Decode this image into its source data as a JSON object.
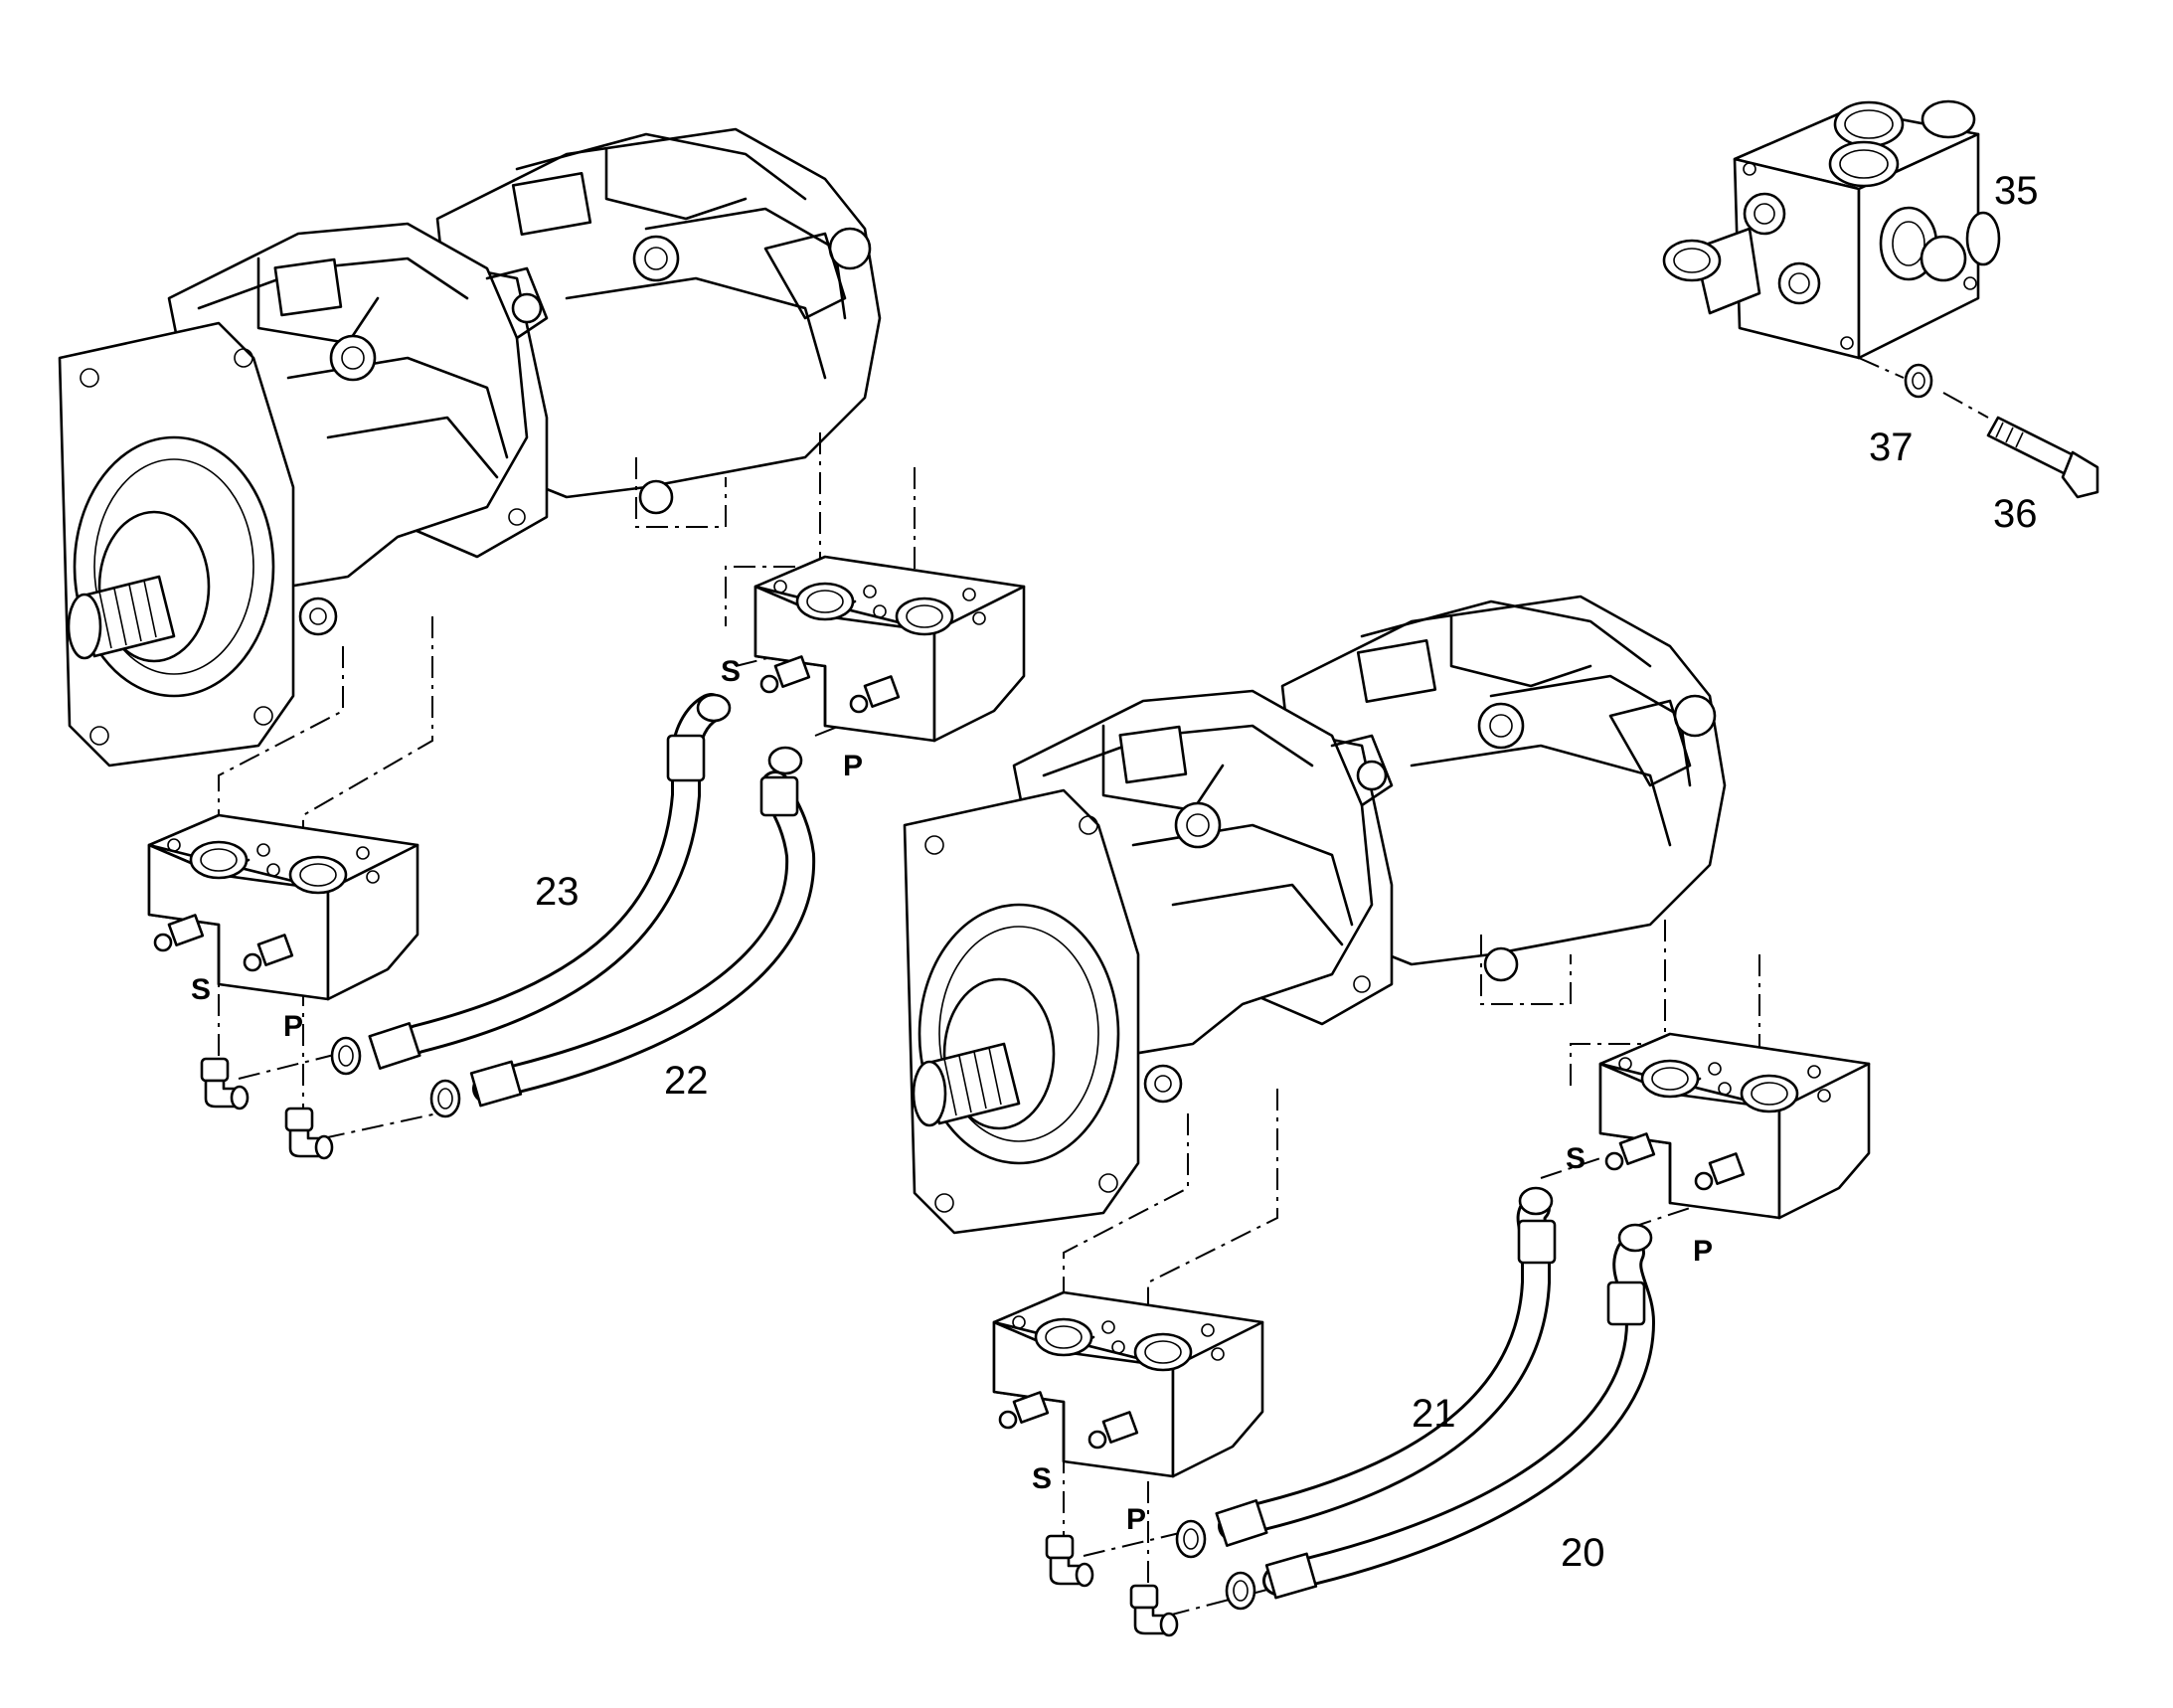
{
  "callouts": {
    "c35": "35",
    "c36": "36",
    "c37": "37",
    "c23": "23",
    "c22": "22",
    "c21": "21",
    "c20": "20"
  },
  "ports": {
    "upper_s": "S",
    "upper_p": "P",
    "upper_left_s": "S",
    "upper_left_p": "P",
    "lower_s": "S",
    "lower_p": "P",
    "lower_left_s": "S",
    "lower_left_p": "P"
  }
}
